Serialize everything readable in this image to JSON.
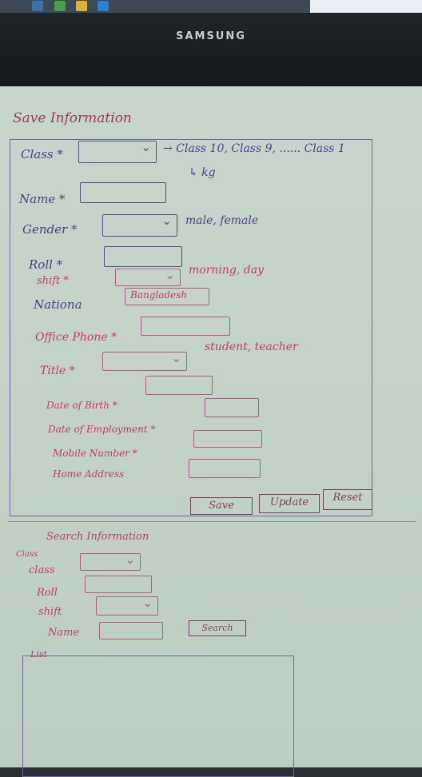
{
  "brand": "SAMSUNG",
  "title": "Save Information",
  "form": {
    "class_label": "Class *",
    "class_note": "→ Class 10, Class 9, ...... Class 1",
    "class_note2": "↳ kg",
    "name_label": "Name *",
    "gender_label": "Gender *",
    "gender_note": "male, female",
    "roll_label": "Roll *",
    "shift_label": "shift *",
    "shift_note": "morning, day",
    "nationality_label": "Nationa",
    "nationality_value": "Bangladesh",
    "office_phone_label": "Office Phone *",
    "title_label": "Title *",
    "title_note": "student, teacher",
    "dob_label": "Date of Birth *",
    "doe_label": "Date of Employment *",
    "mobile_label": "Mobile Number *",
    "address_label": "Home Address"
  },
  "buttons": {
    "save": "Save",
    "update": "Update",
    "reset": "Reset"
  },
  "search": {
    "title": "Search Information",
    "class_pink": "Class",
    "class_label": "class",
    "roll_label": "Roll",
    "shift_label": "shift",
    "name_label": "Name",
    "search_btn": "Search"
  },
  "list_label": "List"
}
